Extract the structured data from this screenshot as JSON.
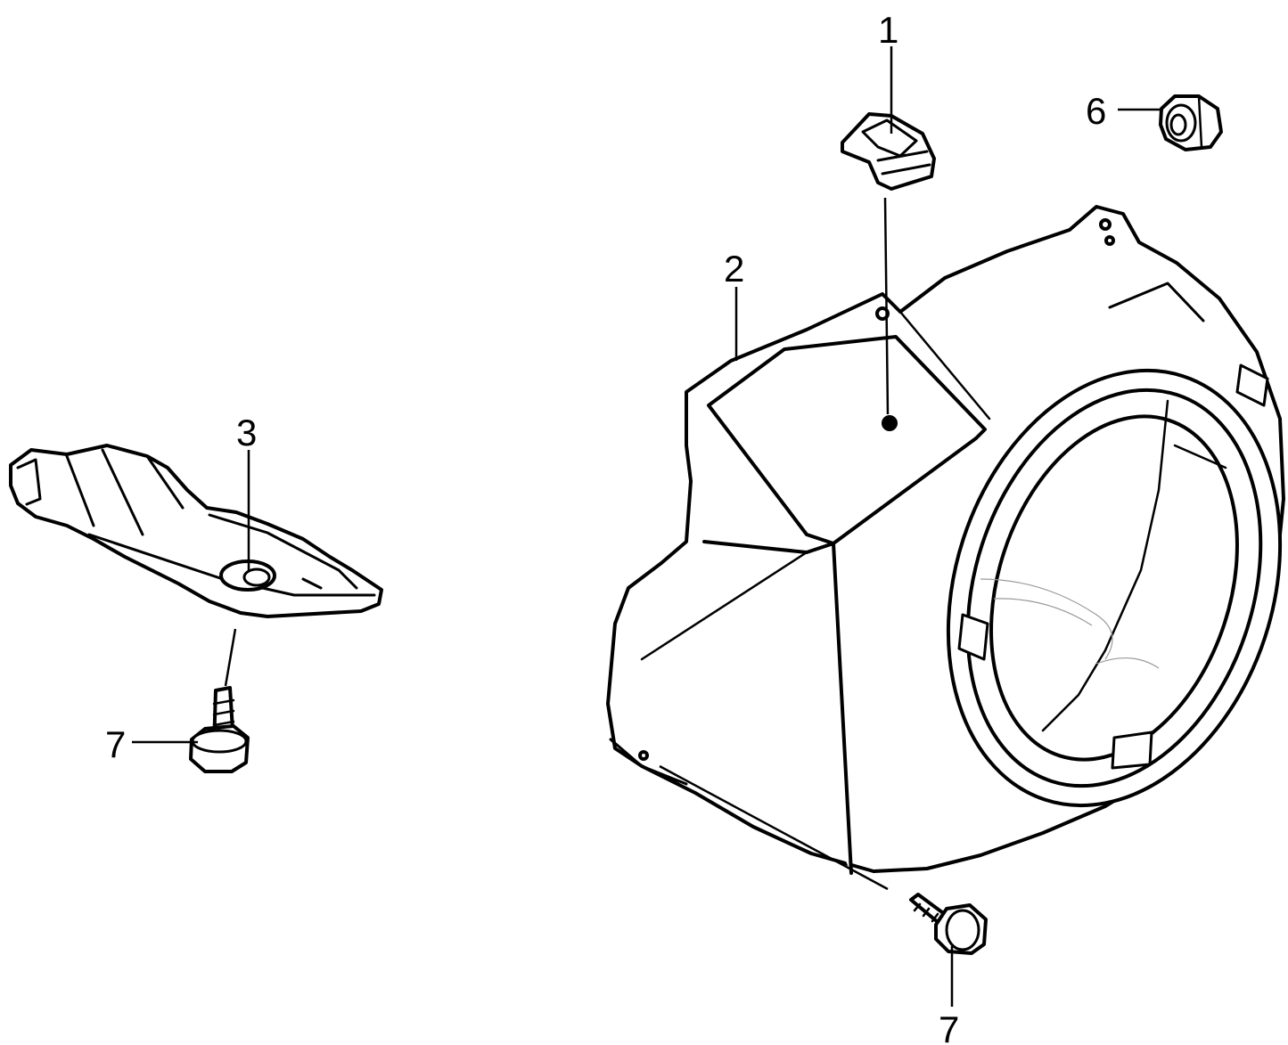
{
  "callouts": {
    "c1": "1",
    "c2": "2",
    "c3": "3",
    "c6": "6",
    "c7a": "7",
    "c7b": "7"
  },
  "colors": {
    "line": "#000000",
    "background": "#ffffff"
  }
}
